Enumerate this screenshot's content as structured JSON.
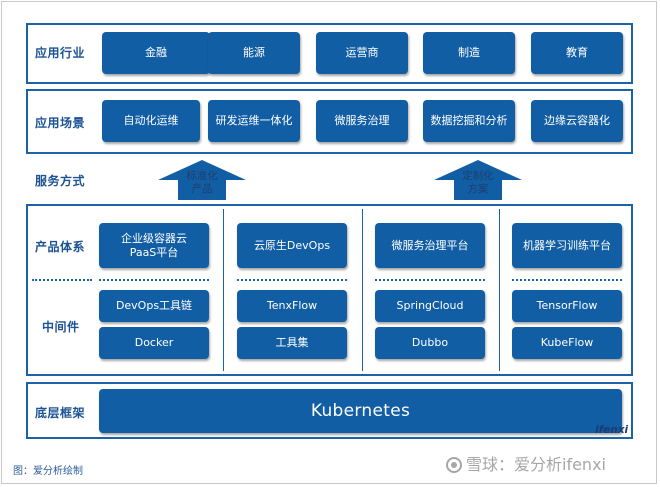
{
  "rows": {
    "industry": "应用行业",
    "scenario": "应用场景",
    "service_mode": "服务方式",
    "product": "产品体系",
    "middleware": "中间件",
    "base": "底层框架"
  },
  "industry_items": [
    "金融",
    "能源",
    "运营商",
    "制造",
    "教育"
  ],
  "scenario_items": [
    "自动化运维",
    "研发运维一体化",
    "微服务治理",
    "数据挖掘和分析",
    "边缘云容器化"
  ],
  "arrows": [
    "标准化\n产品",
    "定制化\n方案"
  ],
  "columns": [
    {
      "product": "企业级容器云\nPaaS平台",
      "middleware": [
        "DevOps工具链",
        "Docker"
      ]
    },
    {
      "product": "云原生DevOps",
      "middleware": [
        "TenxFlow",
        "工具集"
      ]
    },
    {
      "product": "微服务治理平台",
      "middleware": [
        "SpringCloud",
        "Dubbo"
      ]
    },
    {
      "product": "机器学习训练平台",
      "middleware": [
        "TensorFlow",
        "KubeFlow"
      ]
    }
  ],
  "base_item": "Kubernetes",
  "brand": "ifenxi",
  "caption": "图：爱分析绘制",
  "watermark": "雪球：爱分析ifenxi",
  "colors": {
    "primary": "#125ea5",
    "border": "#1a63a6",
    "label": "#1c5394"
  }
}
